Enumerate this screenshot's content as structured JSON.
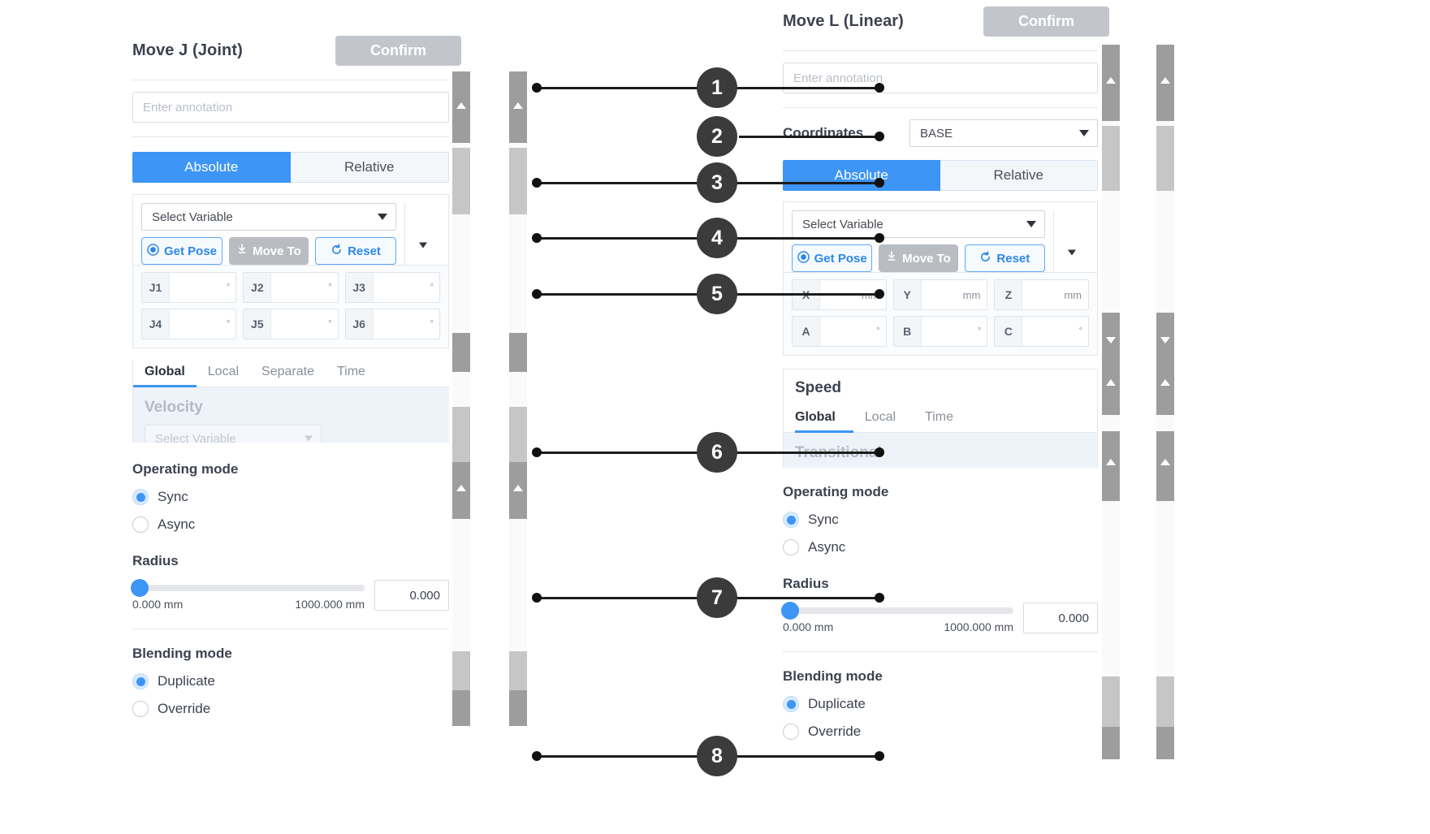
{
  "left_panel": {
    "title": "Move J (Joint)",
    "confirm_label": "Confirm",
    "annotation_placeholder": "Enter annotation",
    "mode_toggle": {
      "absolute": "Absolute",
      "relative": "Relative",
      "selected": "Absolute"
    },
    "variable_select": {
      "value": "Select Variable"
    },
    "actions": {
      "get_pose": "Get Pose",
      "move_to": "Move To",
      "reset": "Reset"
    },
    "joints": [
      {
        "label": "J1",
        "value": "",
        "unit": "°"
      },
      {
        "label": "J2",
        "value": "",
        "unit": "°"
      },
      {
        "label": "J3",
        "value": "",
        "unit": "°"
      },
      {
        "label": "J4",
        "value": "",
        "unit": "°"
      },
      {
        "label": "J5",
        "value": "",
        "unit": "°"
      },
      {
        "label": "J6",
        "value": "",
        "unit": "°"
      }
    ],
    "speed_tabs": [
      "Global",
      "Local",
      "Separate",
      "Time"
    ],
    "speed_tab_active": "Global",
    "velocity_title": "Velocity",
    "velocity_select": {
      "value": "Select Variable"
    },
    "operating_mode": {
      "title": "Operating mode",
      "options": [
        "Sync",
        "Async"
      ],
      "selected": "Sync"
    },
    "radius": {
      "title": "Radius",
      "min_label": "0.000 mm",
      "max_label": "1000.000 mm",
      "value": "0.000"
    },
    "blending_mode": {
      "title": "Blending mode",
      "options": [
        "Duplicate",
        "Override"
      ],
      "selected": "Duplicate"
    }
  },
  "right_panel": {
    "title": "Move L (Linear)",
    "confirm_label": "Confirm",
    "annotation_placeholder": "Enter annotation",
    "coordinates": {
      "label": "Coordinates",
      "value": "BASE"
    },
    "mode_toggle": {
      "absolute": "Absolute",
      "relative": "Relative",
      "selected": "Absolute"
    },
    "variable_select": {
      "value": "Select Variable"
    },
    "actions": {
      "get_pose": "Get Pose",
      "move_to": "Move To",
      "reset": "Reset"
    },
    "pose": [
      {
        "label": "X",
        "value": "",
        "unit": "mm"
      },
      {
        "label": "Y",
        "value": "",
        "unit": "mm"
      },
      {
        "label": "Z",
        "value": "",
        "unit": "mm"
      },
      {
        "label": "A",
        "value": "",
        "unit": "°"
      },
      {
        "label": "B",
        "value": "",
        "unit": "°"
      },
      {
        "label": "C",
        "value": "",
        "unit": "°"
      }
    ],
    "speed_title": "Speed",
    "speed_tabs": [
      "Global",
      "Local",
      "Time"
    ],
    "speed_tab_active": "Global",
    "transitional_title": "Transitional",
    "operating_mode": {
      "title": "Operating mode",
      "options": [
        "Sync",
        "Async"
      ],
      "selected": "Sync"
    },
    "radius": {
      "title": "Radius",
      "min_label": "0.000 mm",
      "max_label": "1000.000 mm",
      "value": "0.000"
    },
    "blending_mode": {
      "title": "Blending mode",
      "options": [
        "Duplicate",
        "Override"
      ],
      "selected": "Duplicate"
    }
  },
  "callouts": [
    {
      "number": "1"
    },
    {
      "number": "2"
    },
    {
      "number": "3"
    },
    {
      "number": "4"
    },
    {
      "number": "5"
    },
    {
      "number": "6"
    },
    {
      "number": "7"
    },
    {
      "number": "8"
    }
  ],
  "colors": {
    "accent": "#3d95f5",
    "callout": "#3b3b3b",
    "disabled": "#c2c6cc",
    "text": "#3c4250"
  }
}
